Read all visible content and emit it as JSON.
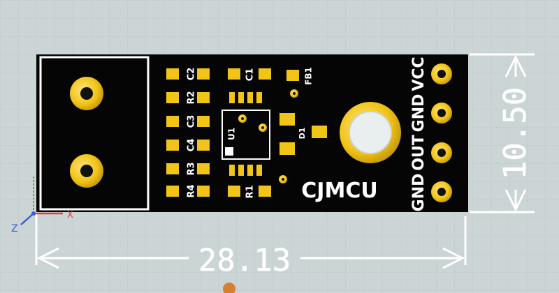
{
  "viewport": {
    "background": "#ccd5d5",
    "grid_color": "#bfc9c9"
  },
  "board": {
    "color": "#050505",
    "silk_color": "#ffffff",
    "pad_color": "#f2c418",
    "brand": "CJMCU",
    "component_labels": {
      "c2": "C2",
      "r2": "R2",
      "c3": "C3",
      "c4": "C4",
      "r3": "R3",
      "r4": "R4",
      "c1": "C1",
      "r1": "R1",
      "fb1": "FB1",
      "u1": "U1",
      "d1": "D1"
    },
    "pin_labels": {
      "vcc": "VCC",
      "gnd_top": "GND",
      "out": "OUT",
      "gnd_bottom": "GND"
    }
  },
  "dimensions": {
    "width_label": "28.13",
    "height_label": "10.50",
    "color": "#ffffff"
  },
  "axes": {
    "x_label": "X",
    "z_label": "Z",
    "x_color": "#e23b3b",
    "y_color": "#3fbf4a",
    "z_color": "#3c5bd6"
  }
}
